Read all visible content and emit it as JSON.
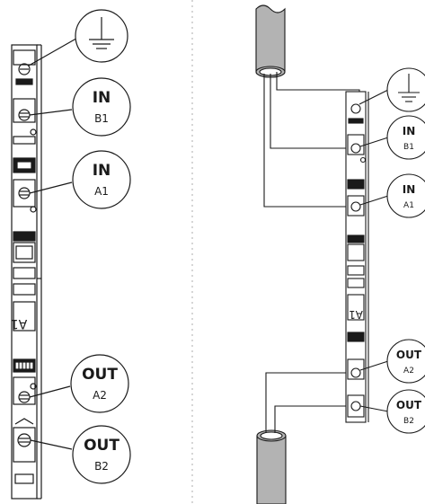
{
  "colors": {
    "line": "#1a1a1a",
    "terminal_body": "#ffffff",
    "cable_fill": "#b3b3b3",
    "divider": "#c8c8c8"
  },
  "left_panel": {
    "ground_symbol": "earth-ground",
    "callouts": [
      {
        "main": "IN",
        "sub": "B1"
      },
      {
        "main": "IN",
        "sub": "A1"
      },
      {
        "main": "OUT",
        "sub": "A2"
      },
      {
        "main": "OUT",
        "sub": "B2"
      }
    ],
    "module_marking": "A1"
  },
  "right_panel": {
    "ground_symbol": "earth-ground",
    "callouts": [
      {
        "main": "IN",
        "sub": "B1"
      },
      {
        "main": "IN",
        "sub": "A1"
      },
      {
        "main": "OUT",
        "sub": "A2"
      },
      {
        "main": "OUT",
        "sub": "B2"
      }
    ],
    "module_marking": "A1"
  }
}
